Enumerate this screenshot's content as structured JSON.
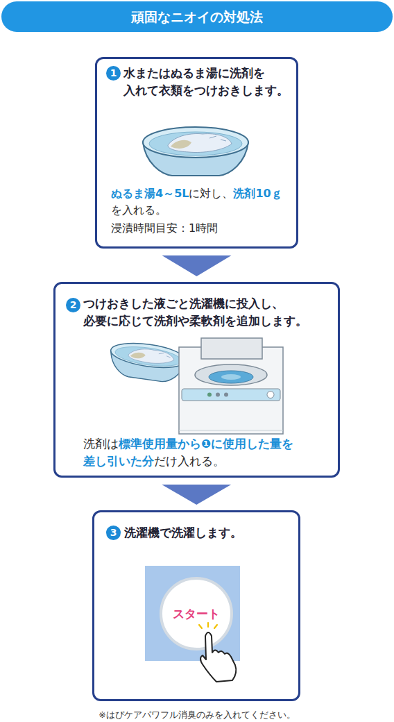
{
  "diagram": {
    "title": "頑固なニオイの対処法",
    "nodes": [
      {
        "text": [
          "1",
          "水またはぬるま湯に洗剤を 入れて衣類をつけおきします。",
          "ぬるま湯4～5Lに対し、洗剤10ｇ を入れる。",
          "浸漬時間目安：1時間"
        ]
      },
      {
        "text": [
          "2",
          "つけおきした液ごと洗濯機に投入し、 必要に応じて洗剤や柔軟剤を追加します。",
          "洗剤は標準使用量から❶に使用した量を 差し引いた分だけ入れる。"
        ]
      },
      {
        "text": [
          "3",
          "洗濯機で洗濯します。"
        ]
      }
    ],
    "edges": [
      {
        "from": 0,
        "to": 1,
        "arrow": "to"
      },
      {
        "from": 1,
        "to": 2,
        "arrow": "to"
      }
    ],
    "labels": [
      "スタート",
      "※はぴケアパワフル消臭のみを入れてください。"
    ]
  }
}
